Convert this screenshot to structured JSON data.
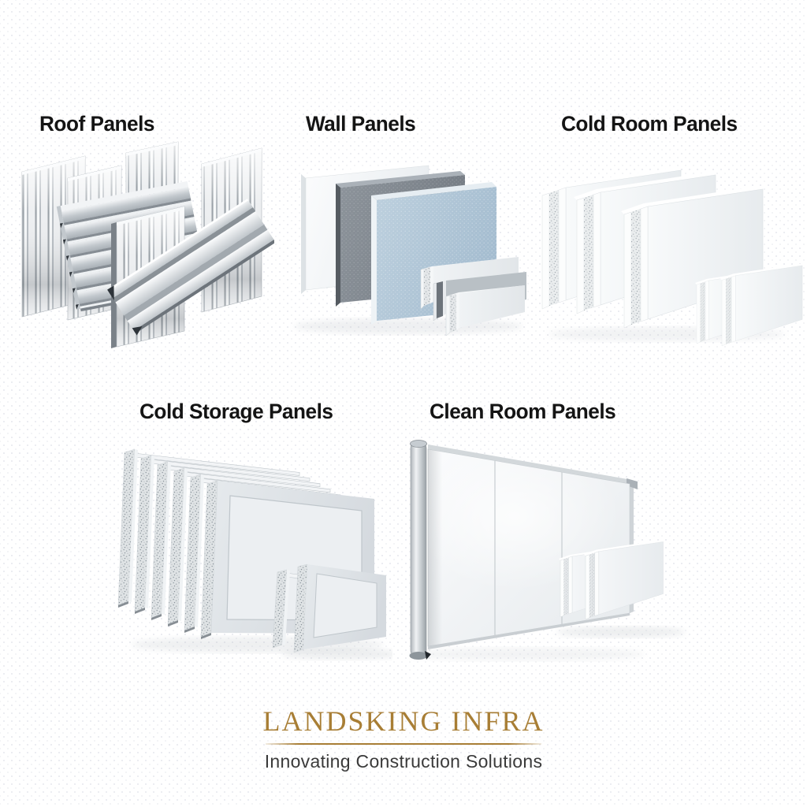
{
  "sections": [
    {
      "id": "roof-panels",
      "label": "Roof Panels"
    },
    {
      "id": "wall-panels",
      "label": "Wall Panels"
    },
    {
      "id": "cold-room-panels",
      "label": "Cold Room Panels"
    },
    {
      "id": "cold-storage-panels",
      "label": "Cold Storage Panels"
    },
    {
      "id": "clean-room-panels",
      "label": "Clean Room Panels"
    }
  ],
  "footer": {
    "brand": "LANDSKING INFRA",
    "tagline": "Innovating Construction Solutions",
    "brand_color": "#A87E35",
    "tagline_color": "#3A3A3A",
    "divider_color": "#A87E35"
  },
  "palette": {
    "background": "#FFFFFF",
    "heading_color": "#141414",
    "metal_light": "#F2F4F6",
    "metal_dark": "#8F969C",
    "panel_white": "#F4F6F7",
    "panel_gray": "#878E95",
    "panel_blue": "#B4C8D9",
    "foam_core": "#E7EAEC"
  }
}
